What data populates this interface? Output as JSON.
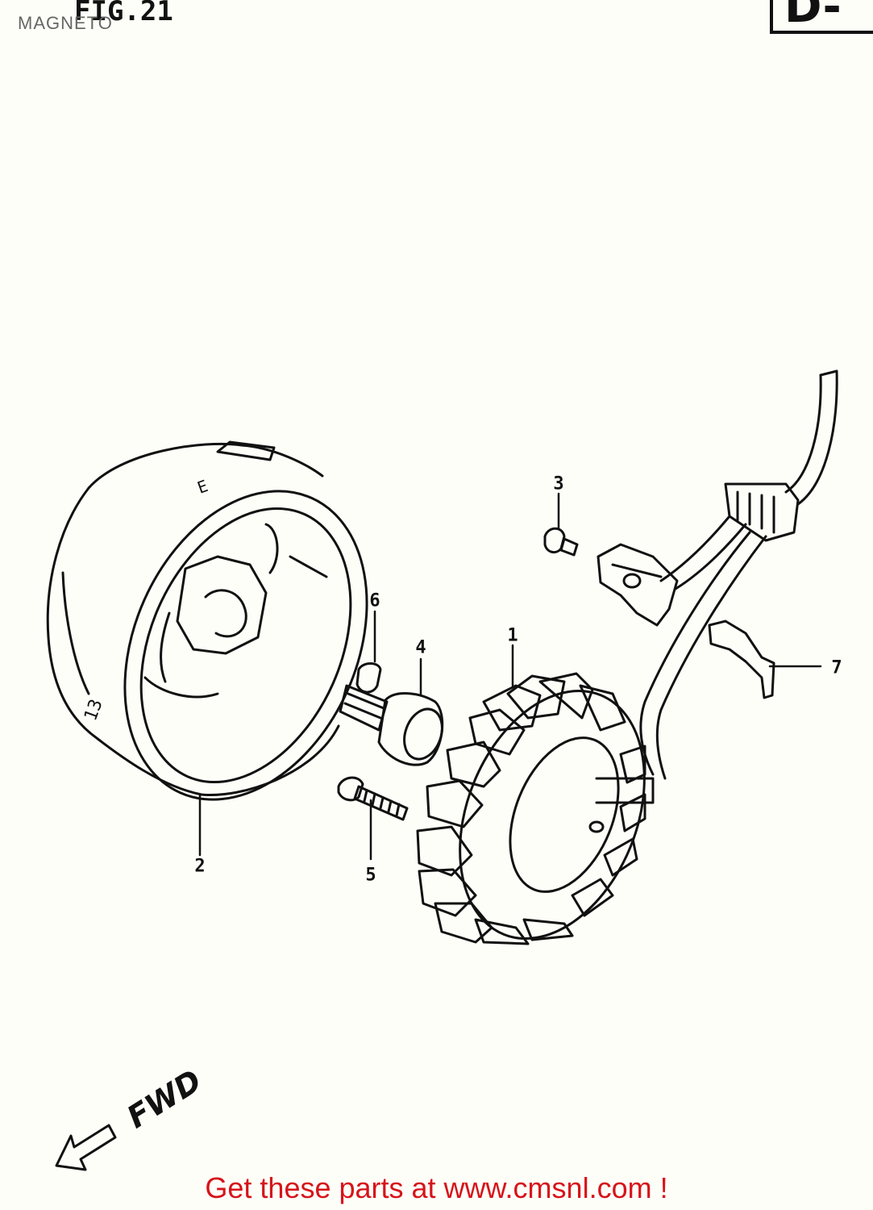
{
  "header": {
    "title": "MAGNETO",
    "figure": "FIG.21",
    "code": "D-"
  },
  "parts": [
    {
      "number": "1"
    },
    {
      "number": "2"
    },
    {
      "number": "3"
    },
    {
      "number": "4"
    },
    {
      "number": "5"
    },
    {
      "number": "6"
    },
    {
      "number": "7"
    }
  ],
  "direction": {
    "label": "FWD"
  },
  "footer": {
    "text": "Get these parts at www.cmsnl.com !",
    "color": "#d6141a"
  }
}
